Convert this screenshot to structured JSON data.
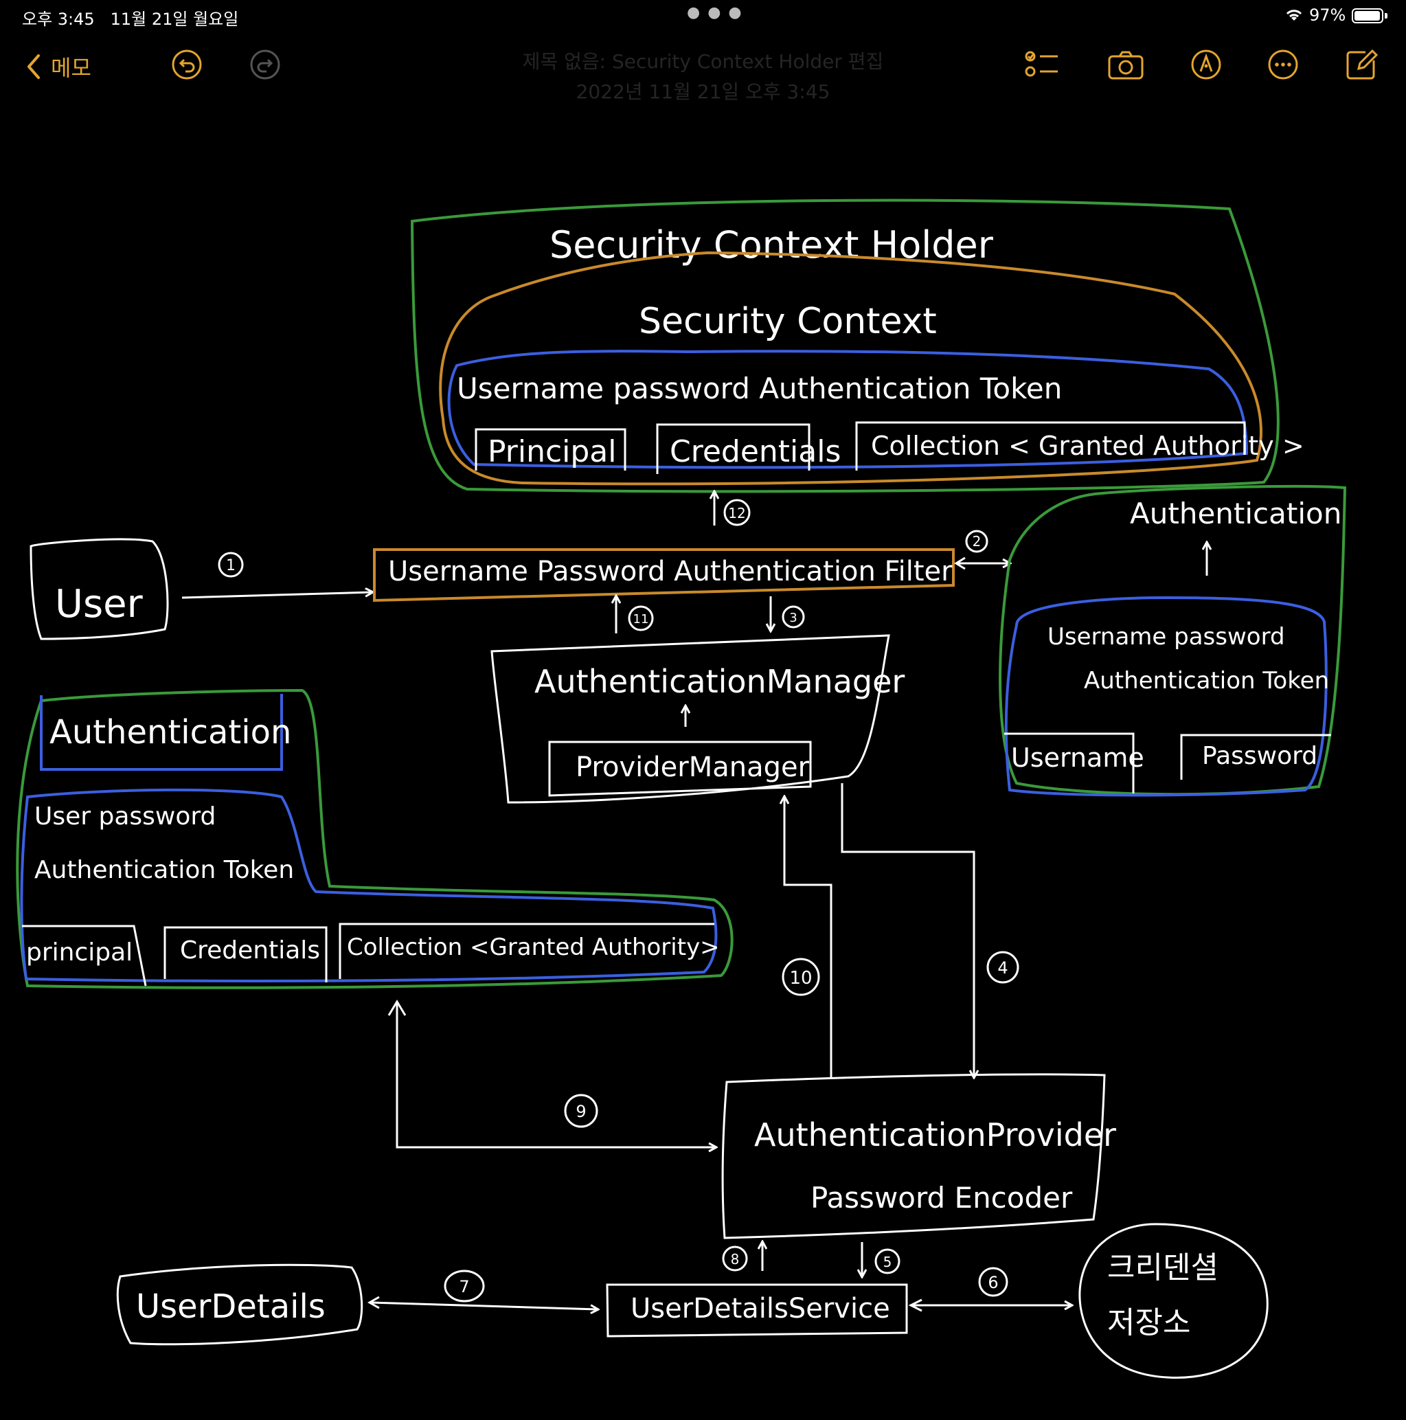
{
  "status_bar": {
    "time": "오후 3:45",
    "date": "11월 21일 월요일",
    "battery": "97%",
    "battery_level": 0.97
  },
  "toolbar": {
    "back_label": "메모",
    "note_title": "제목 없음: Security Context Holder 편집",
    "note_date": "2022년 11월 21일 오후 3:45"
  },
  "colors": {
    "accent": "#e3a52e",
    "green": "#3a9a3a",
    "blue": "#3b5fe0",
    "orange": "#c98a2b"
  },
  "diagram": {
    "security_context_holder": "Security Context Holder",
    "security_context": "Security Context",
    "token_top": "Username password Authentication Token",
    "principal_top": "Principal",
    "credentials_top": "Credentials",
    "collection_top": "Collection < Granted Authority >",
    "user": "User",
    "filter": "Username Password Authentication Filter",
    "authentication_right": "Authentication",
    "token_right_1": "Username password",
    "token_right_2": "Authentication Token",
    "username_right": "Username",
    "password_right": "Password",
    "authentication_manager": "AuthenticationManager",
    "provider_manager": "ProviderManager",
    "authentication_left": "Authentication",
    "token_left_1": "User password",
    "token_left_2": "Authentication Token",
    "principal_left": "principal",
    "credentials_left": "Credentials",
    "collection_left": "Collection <Granted Authority>",
    "authentication_provider": "AuthenticationProvider",
    "password_encoder": "Password Encoder",
    "user_details": "UserDetails",
    "user_details_service": "UserDetailsService",
    "credential_store_1": "크리덴셜",
    "credential_store_2": "저장소",
    "steps": [
      "1",
      "2",
      "3",
      "4",
      "5",
      "6",
      "7",
      "8",
      "9",
      "10",
      "11",
      "12"
    ]
  }
}
